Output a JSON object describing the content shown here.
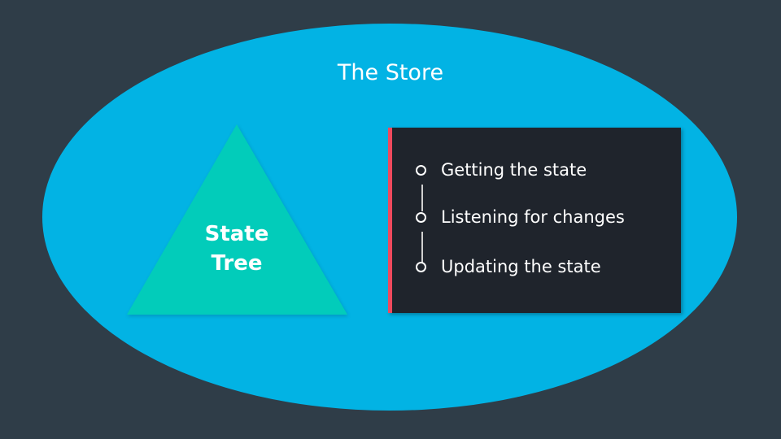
{
  "store": {
    "title": "The Store"
  },
  "state_tree": {
    "line1": "State",
    "line2": "Tree"
  },
  "store_functions": [
    {
      "label": "Getting the state"
    },
    {
      "label": "Listening for changes"
    },
    {
      "label": "Updating the state"
    }
  ],
  "colors": {
    "background": "#2f3d48",
    "store": "#02b3e4",
    "tree": "#02ccba",
    "box": "#1f242c",
    "accent": "#f0495d"
  }
}
